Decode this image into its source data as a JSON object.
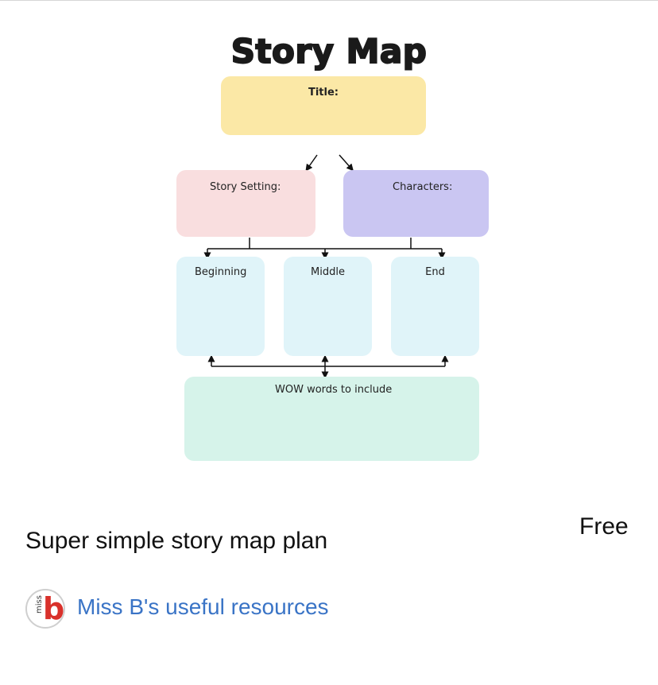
{
  "worksheet": {
    "heading": "Story Map",
    "boxes": {
      "title": "Title:",
      "setting": "Story Setting:",
      "characters": "Characters:",
      "beginning": "Beginning",
      "middle": "Middle",
      "end": "End",
      "wow": "WOW words to include"
    },
    "colors": {
      "title_box": "#fbe8a6",
      "setting_box": "#f9dedf",
      "characters_box": "#cac6f2",
      "section_box": "#e0f4f9",
      "wow_box": "#d6f3ea"
    }
  },
  "pin": {
    "title": "Super simple story map plan",
    "price": "Free"
  },
  "creator": {
    "avatar_small": "miss",
    "avatar_big": "b",
    "name": "Miss B's useful resources",
    "link_color": "#3a74c6"
  }
}
